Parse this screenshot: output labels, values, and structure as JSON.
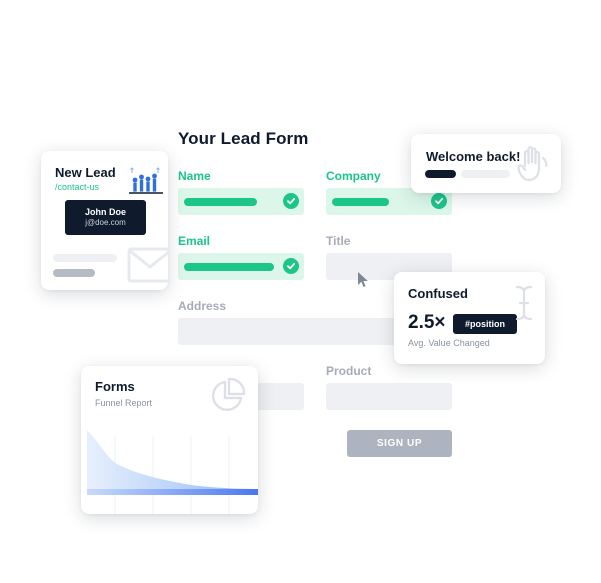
{
  "form": {
    "title": "Your Lead Form",
    "fields": {
      "name": {
        "label": "Name",
        "status": "valid"
      },
      "company": {
        "label": "Company",
        "status": "valid"
      },
      "email": {
        "label": "Email",
        "status": "valid"
      },
      "title": {
        "label": "Title",
        "status": "empty"
      },
      "address": {
        "label": "Address",
        "status": "empty"
      },
      "product": {
        "label": "Product",
        "status": "empty"
      }
    },
    "submit_label": "SIGN UP"
  },
  "new_lead_card": {
    "title": "New Lead",
    "path": "/contact-us",
    "contact": {
      "name": "John Doe",
      "email": "j@doe.com"
    },
    "icons": [
      "people-chart-icon",
      "envelope-icon"
    ]
  },
  "welcome_card": {
    "title": "Welcome back!",
    "icon": "hand-icon"
  },
  "confused_card": {
    "title": "Confused",
    "value": "2.5×",
    "tag": "#position",
    "subtitle": "Avg. Value Changed",
    "icon": "text-cursor-icon"
  },
  "forms_card": {
    "title": "Forms",
    "subtitle": "Funnel Report",
    "icon": "pie-chart-icon"
  },
  "colors": {
    "accent_green": "#1cc58a",
    "navy": "#0f1b2d",
    "field_gray": "#eef0f3",
    "button_gray": "#adb4bf",
    "chart_blue": "#4a77f0"
  }
}
